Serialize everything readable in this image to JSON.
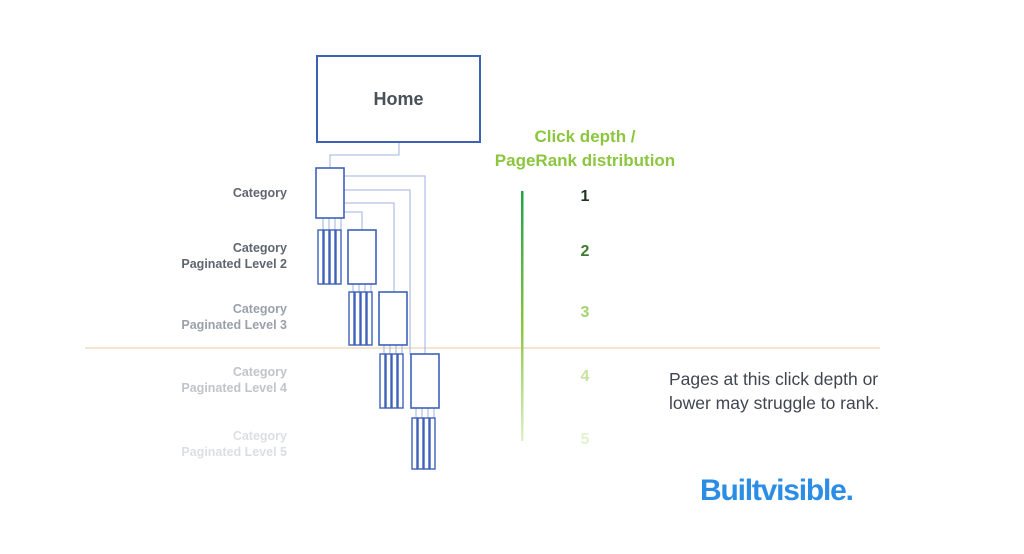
{
  "home": {
    "label": "Home"
  },
  "levels": [
    {
      "line1": "Category",
      "line2": ""
    },
    {
      "line1": "Category",
      "line2": "Paginated Level 2"
    },
    {
      "line1": "Category",
      "line2": "Paginated Level 3"
    },
    {
      "line1": "Category",
      "line2": "Paginated Level 4"
    },
    {
      "line1": "Category",
      "line2": "Paginated Level 5"
    }
  ],
  "depth": {
    "title_line1": "Click depth /",
    "title_line2": "PageRank distribution",
    "numbers": [
      "1",
      "2",
      "3",
      "4",
      "5"
    ]
  },
  "note": "Pages at this click depth or lower may struggle to rank.",
  "brand": "Builtvisible.",
  "colors": {
    "box_stroke": "#3e61b8",
    "connector": "#9db3e0",
    "depth_green": "#8cc63f",
    "threshold_line": "#e9c9a6",
    "brand_blue": "#2c8de5"
  }
}
